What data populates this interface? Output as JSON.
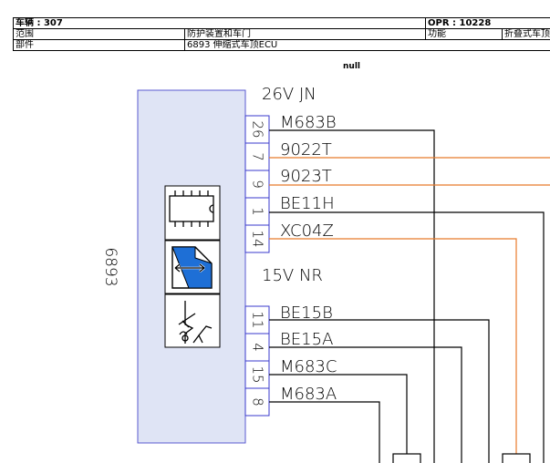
{
  "header": {
    "vehicle": "车辆 : 307",
    "opr": "OPR : 10228",
    "scope_label": "范围",
    "scope_value": "防护装置和车门",
    "function_label": "功能",
    "function_value": "折叠式车顶",
    "part_label": "部件",
    "part_value": "6893 伸缩式车顶ECU"
  },
  "null_label": "null",
  "component": {
    "code": "6893",
    "icons": [
      "chip-icon",
      "roof-actuator-icon",
      "folding-roof-icon"
    ]
  },
  "connectors": [
    {
      "group_label": "26V JN"
    },
    {
      "group_label": "15V NR"
    }
  ],
  "pins_upper": [
    {
      "pin": "26",
      "signal": "M683B",
      "color": "#000000"
    },
    {
      "pin": "7",
      "signal": "9022T",
      "color": "#e87a2a"
    },
    {
      "pin": "9",
      "signal": "9023T",
      "color": "#e87a2a"
    },
    {
      "pin": "1",
      "signal": "BE11H",
      "color": "#000000"
    },
    {
      "pin": "14",
      "signal": "XC04Z",
      "color": "#e87a2a"
    }
  ],
  "pins_lower": [
    {
      "pin": "11",
      "signal": "BE15B",
      "color": "#000000"
    },
    {
      "pin": "4",
      "signal": "BE15A",
      "color": "#000000"
    },
    {
      "pin": "15",
      "signal": "M683C",
      "color": "#000000"
    },
    {
      "pin": "8",
      "signal": "M683A",
      "color": "#000000"
    }
  ],
  "colors": {
    "module_fill": "#dfe4f5",
    "module_border": "#5a5ad0",
    "connector_border": "#3a3acc",
    "wire_black": "#000000",
    "wire_orange": "#e87a2a"
  }
}
